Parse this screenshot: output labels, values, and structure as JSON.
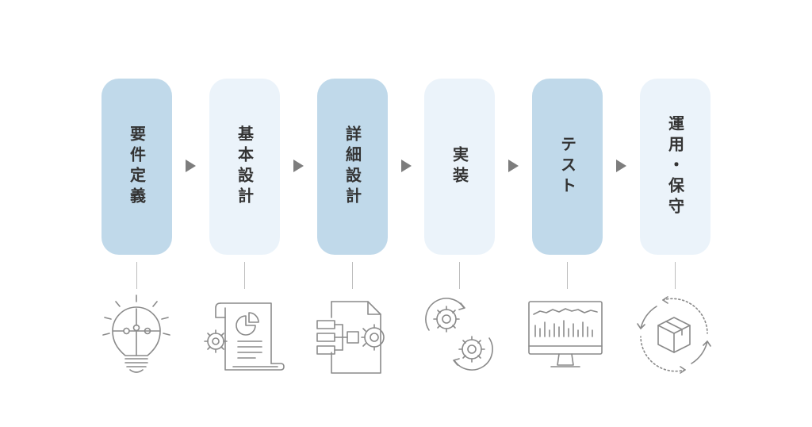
{
  "process": {
    "steps": [
      {
        "label": "要件定義",
        "icon": "lightbulb-puzzle-icon",
        "color": "#c0d9ea"
      },
      {
        "label": "基本設計",
        "icon": "document-chart-gear-icon",
        "color": "#ebf3fa"
      },
      {
        "label": "詳細設計",
        "icon": "flowchart-document-gear-icon",
        "color": "#c0d9ea"
      },
      {
        "label": "実装",
        "icon": "rotating-gears-icon",
        "color": "#ebf3fa"
      },
      {
        "label": "テスト",
        "icon": "monitor-waveform-icon",
        "color": "#c0d9ea"
      },
      {
        "label": "運用・保守",
        "icon": "box-cycle-icon",
        "color": "#ebf3fa"
      }
    ],
    "arrow_color": "#7d7d7d",
    "icon_stroke_color": "#8a8a8a"
  }
}
